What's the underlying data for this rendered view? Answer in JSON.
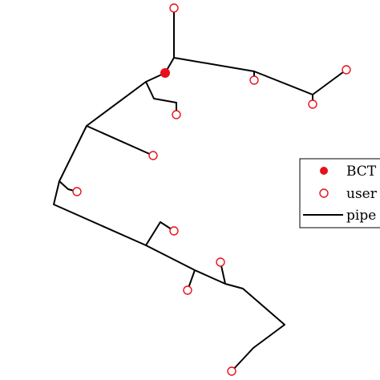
{
  "colors": {
    "background": "#ffffff",
    "pipe": "#000000",
    "bct": "#e8101a",
    "user": "#e8101a",
    "legend_border": "#000000"
  },
  "legend": {
    "items": [
      {
        "id": "bct",
        "label": "BCT",
        "marker": "filled-circle"
      },
      {
        "id": "user",
        "label": "user",
        "marker": "hollow-circle"
      },
      {
        "id": "pipe",
        "label": "pipe",
        "marker": "line"
      }
    ]
  }
}
